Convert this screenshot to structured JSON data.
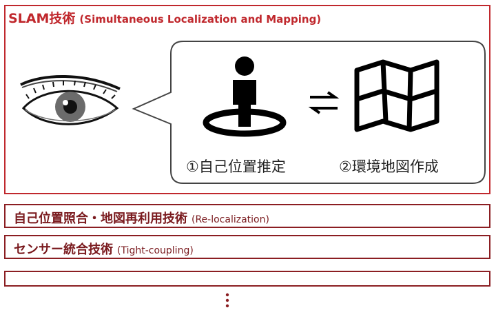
{
  "slam": {
    "title": "SLAM技術",
    "subtitle": "(Simultaneous Localization and Mapping)",
    "step1": "①自己位置推定",
    "step2": "②環境地図作成"
  },
  "rows": [
    {
      "title": "自己位置照合・地図再利用技術",
      "subtitle": "(Re-localization)"
    },
    {
      "title": "センサー統合技術",
      "subtitle": "(Tight-coupling)"
    },
    {
      "title": "",
      "subtitle": ""
    }
  ],
  "colors": {
    "accent": "#c0282d",
    "row_border": "#8b1e22",
    "row_text": "#7a1a1e"
  },
  "icons": [
    "eye-icon",
    "person-location-icon",
    "swap-arrows-icon",
    "folded-map-icon",
    "vertical-ellipsis-icon"
  ]
}
